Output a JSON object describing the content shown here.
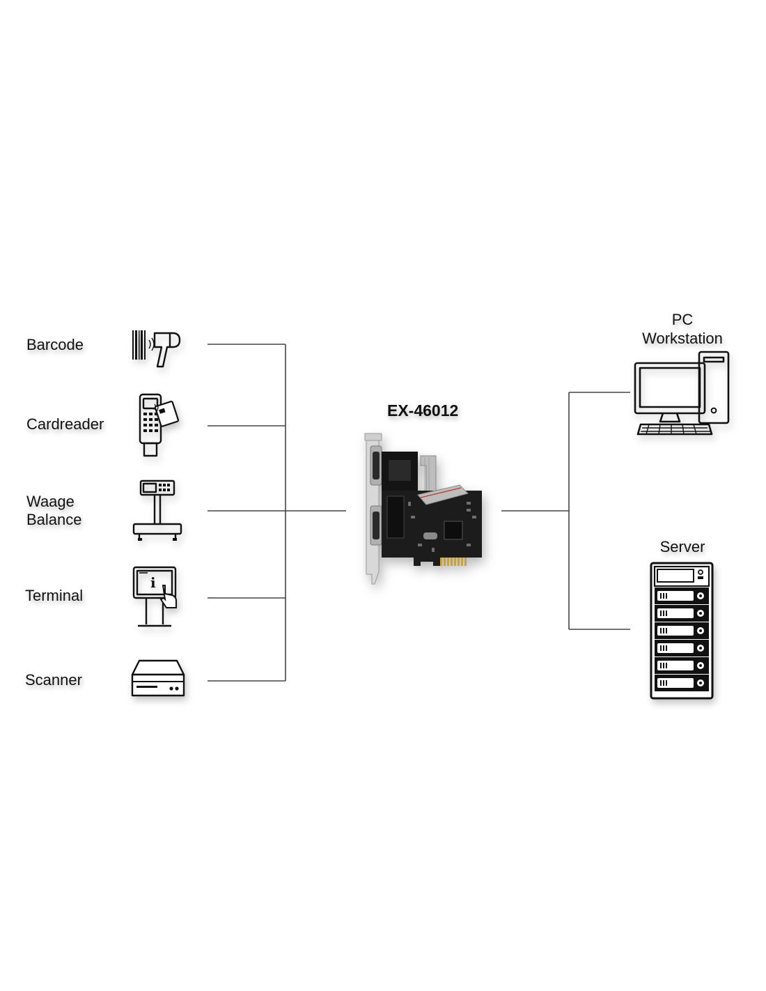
{
  "devices": [
    {
      "label": "Barcode",
      "icon": "barcode-scanner-icon"
    },
    {
      "label": "Cardreader",
      "icon": "card-reader-icon"
    },
    {
      "label_line1": "Waage",
      "label_line2": "Balance",
      "icon": "scale-icon"
    },
    {
      "label": "Terminal",
      "icon": "info-terminal-icon"
    },
    {
      "label": "Scanner",
      "icon": "flatbed-scanner-icon"
    }
  ],
  "card": {
    "label": "EX-46012",
    "icon": "pcie-serial-card-icon"
  },
  "hosts": [
    {
      "label_line1": "PC",
      "label_line2": "Workstation",
      "icon": "pc-workstation-icon"
    },
    {
      "label": "Server",
      "icon": "server-rack-icon"
    }
  ],
  "colors": {
    "line": "#444444",
    "icon": "#111111",
    "pcb": "#1c1c1c",
    "bracket": "#d8d8d8",
    "cable": "#bdbdbd"
  }
}
